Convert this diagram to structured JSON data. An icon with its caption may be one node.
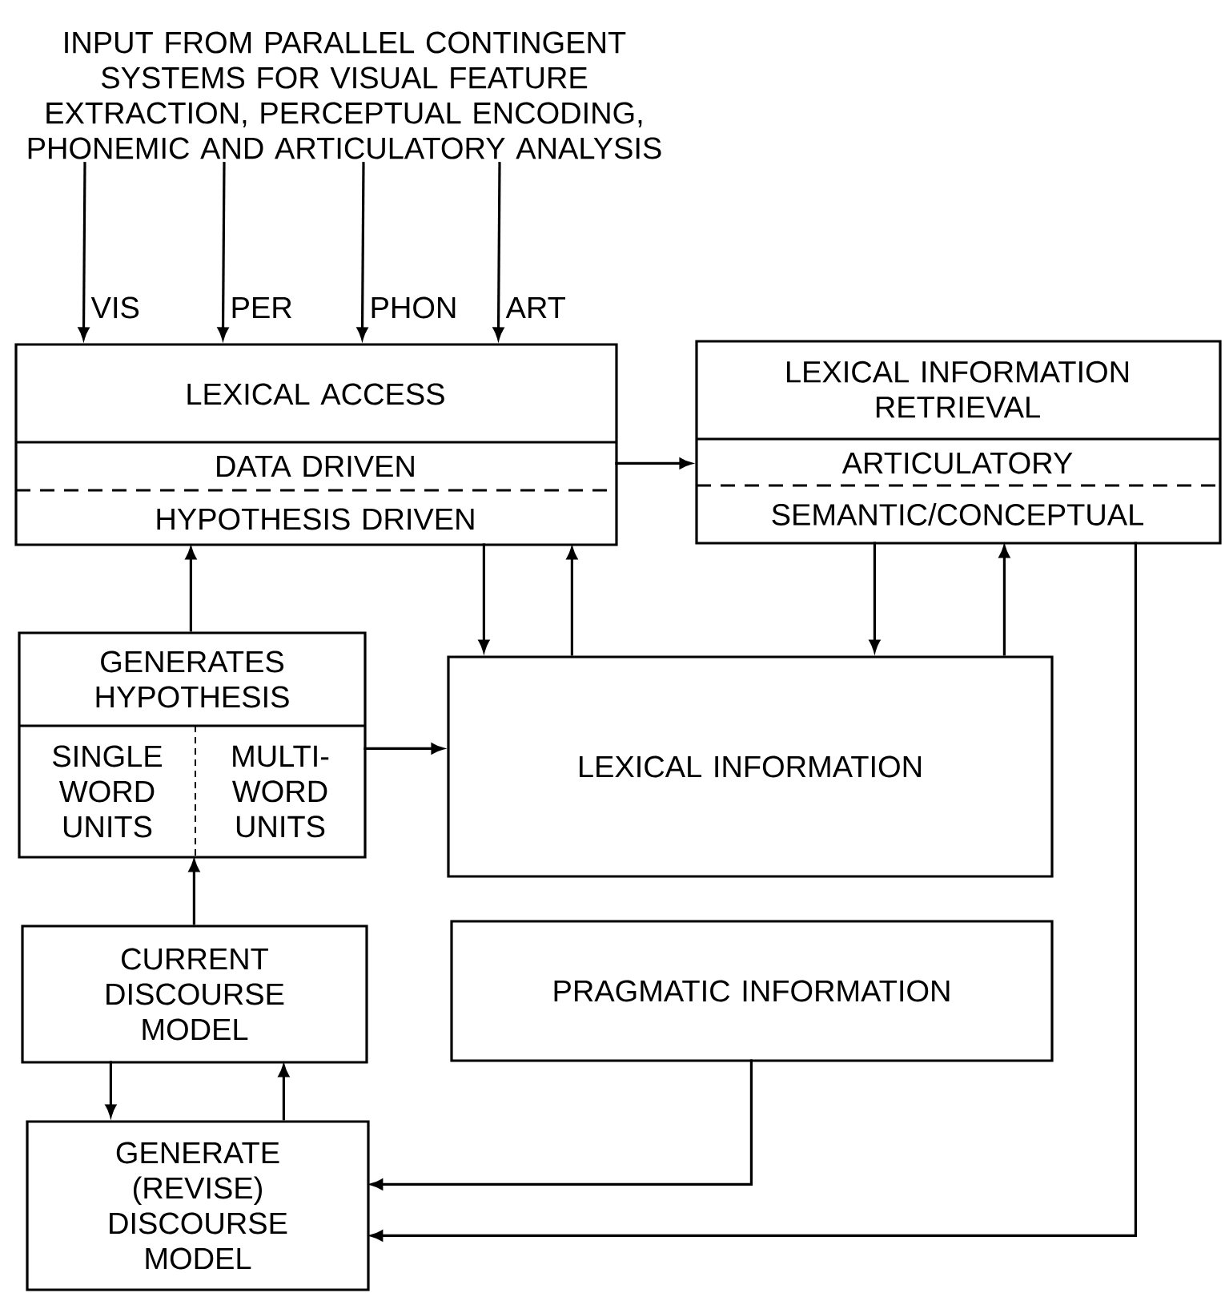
{
  "diagram": {
    "nodes": [
      {
        "text": [
          "INPUT FROM PARALLEL CONTINGENT SYSTEMS FOR VISUAL FEATURE EXTRACTION, PERCEPTUAL ENCODING, PHONEMIC AND ARTICULATORY ANALYSIS"
        ]
      },
      {
        "text": [
          "LEXICAL ACCESS",
          "DATA DRIVEN",
          "HYPOTHESIS DRIVEN"
        ]
      },
      {
        "text": [
          "LEXICAL INFORMATION RETRIEVAL",
          "ARTICULATORY",
          "SEMANTIC/CONCEPTUAL"
        ]
      },
      {
        "text": [
          "GENERATES HYPOTHESIS",
          "SINGLE WORD UNITS",
          "MULTI- WORD UNITS"
        ]
      },
      {
        "text": [
          "LEXICAL INFORMATION"
        ]
      },
      {
        "text": [
          "CURRENT DISCOURSE MODEL"
        ]
      },
      {
        "text": [
          "PRAGMATIC INFORMATION"
        ]
      },
      {
        "text": [
          "GENERATE (REVISE) DISCOURSE MODEL"
        ]
      }
    ],
    "edges": [
      {
        "from": 0,
        "to": 1,
        "arrow": "to",
        "label": "VIS"
      },
      {
        "from": 0,
        "to": 1,
        "arrow": "to",
        "label": "PER"
      },
      {
        "from": 0,
        "to": 1,
        "arrow": "to",
        "label": "PHON"
      },
      {
        "from": 0,
        "to": 1,
        "arrow": "to",
        "label": "ART"
      },
      {
        "from": 1,
        "to": 2,
        "arrow": "to"
      },
      {
        "from": 3,
        "to": 1,
        "arrow": "to"
      },
      {
        "from": 1,
        "to": 4,
        "arrow": "to"
      },
      {
        "from": 4,
        "to": 1,
        "arrow": "to"
      },
      {
        "from": 2,
        "to": 4,
        "arrow": "to"
      },
      {
        "from": 4,
        "to": 2,
        "arrow": "to"
      },
      {
        "from": 3,
        "to": 4,
        "arrow": "to"
      },
      {
        "from": 5,
        "to": 3,
        "arrow": "to"
      },
      {
        "from": 5,
        "to": 7,
        "arrow": "to"
      },
      {
        "from": 7,
        "to": 5,
        "arrow": "to"
      },
      {
        "from": 6,
        "to": 7,
        "arrow": "to"
      },
      {
        "from": 2,
        "to": 7,
        "arrow": "to"
      }
    ]
  }
}
